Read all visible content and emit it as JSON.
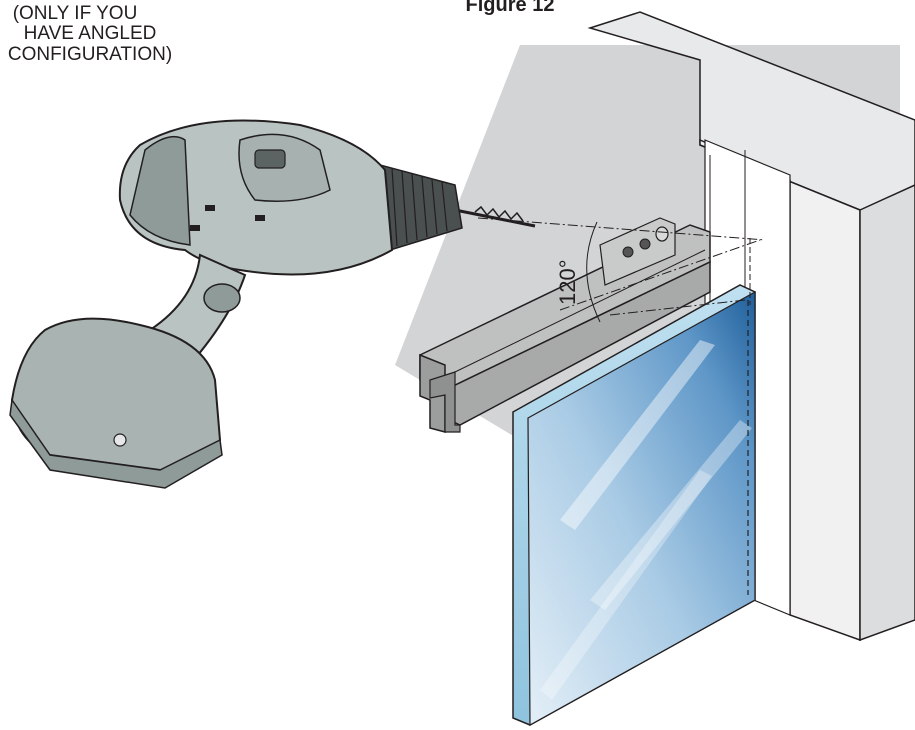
{
  "figure_title": "Figure 12",
  "note_lines": [
    "(ONLY IF YOU",
    "HAVE ANGLED",
    "CONFIGURATION)"
  ],
  "angle_label": "120°",
  "colors": {
    "wall": "#cfd0d2",
    "wall_face": "#e6e7e8",
    "line": "#231f20",
    "drill_body": "#b9c4c2",
    "drill_dark": "#8e9b99",
    "rail": "#b3b5b4",
    "glass_light": "#dcebf5",
    "glass_mid": "#9cc3e0",
    "glass_dark": "#2a6fa8"
  },
  "icons": [
    "drill-icon",
    "drill-bit-icon",
    "top-rail-icon",
    "glass-panel-icon",
    "door-frame-icon"
  ]
}
